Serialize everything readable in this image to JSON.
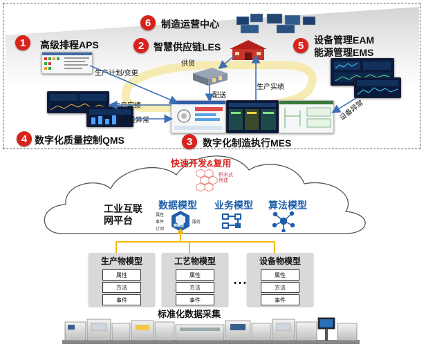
{
  "colors": {
    "accent_red": "#d8231c",
    "cloud_blue": "#1f5ea8",
    "arrow_blue": "#3b6fb6",
    "connector_orange": "#f5b800"
  },
  "top": {
    "modules": [
      {
        "num": "1",
        "label": "高级排程APS"
      },
      {
        "num": "2",
        "label": "智慧供应链LES"
      },
      {
        "num": "3",
        "label": "数字化制造执行MES"
      },
      {
        "num": "4",
        "label": "数字化质量控制QMS"
      },
      {
        "num": "5",
        "label": "设备管理EAM"
      },
      {
        "num": "6",
        "label": "制造运营中心"
      }
    ],
    "module5_line2": "能源管理EMS",
    "flows": {
      "plan_change": "生产计划/变更",
      "supply": "供货",
      "delivery": "配送",
      "prod_actual_right": "生产实绩",
      "prod_actual_left": "生产实绩",
      "quality_exception": "质量异常",
      "device_exception": "设备异常"
    }
  },
  "cloud": {
    "rapid_dev": "快速开发&复用",
    "blocks_label": "积木式\n搭建",
    "platform_label_line1": "工业互联",
    "platform_label_line2": "网平台",
    "data_model": "数据模型",
    "business_model": "业务模型",
    "algorithm_model": "算法模型",
    "hex_center_label": "物模型",
    "attr_prop": "属性",
    "attr_event": "事件",
    "attr_subscribe": "订阅",
    "attr_service": "服务"
  },
  "models": [
    {
      "title": "生产物模型",
      "rows": [
        "属性",
        "方法",
        "事件"
      ]
    },
    {
      "title": "工艺物模型",
      "rows": [
        "属性",
        "方法",
        "事件"
      ]
    },
    {
      "title": "设备物模型",
      "rows": [
        "属性",
        "方法",
        "事件"
      ]
    }
  ],
  "ellipsis": "• • •",
  "bottom_label": "标准化数据采集"
}
